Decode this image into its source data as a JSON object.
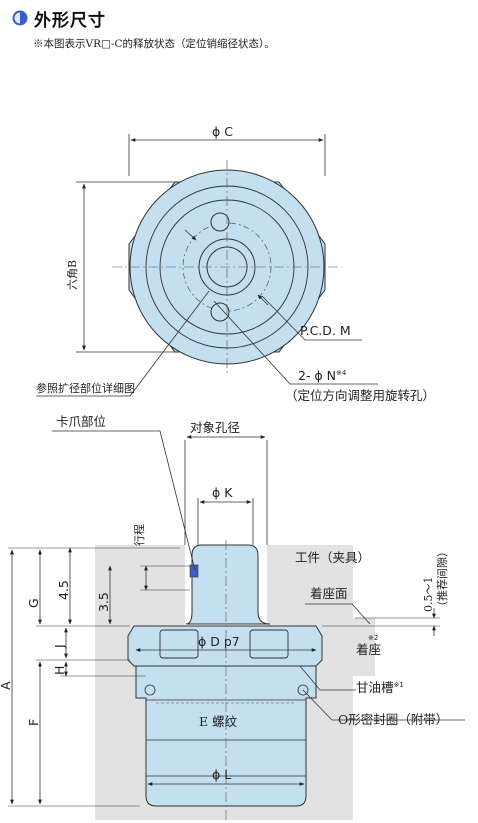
{
  "header": {
    "title": "外形尺寸",
    "note": "※本图表示VR□-C的释放状态（定位销缩径状态）。"
  },
  "top_view": {
    "dim_c": "ϕ C",
    "hex_b": "六角B",
    "pcd": "P.C.D. M",
    "holes": "2- ϕ N",
    "holes_sup": "※4",
    "holes_note": "（定位方向调整用旋转孔）",
    "detail_ref": "参照扩径部位详细图"
  },
  "side_view": {
    "claw": "卡爪部位",
    "target_bore": "对象孔径",
    "dim_k": "ϕ K",
    "stroke": "行程",
    "workpiece": "工件（夹具）",
    "seat_face": "着座面",
    "gap_value": "0.5～1",
    "gap_note": "（推荐间隙）",
    "seat": "着座",
    "seat_sup": "※2",
    "dim_d": "ϕ D p7",
    "grease": "甘油槽",
    "grease_sup": "※1",
    "oring": "O形密封圈（附带）",
    "thread": "E 螺纹",
    "dim_l": "ϕ L",
    "dim_45": "4.5",
    "dim_35": "3.5",
    "dim_g": "G",
    "dim_j": "J",
    "dim_h": "H",
    "dim_f": "F",
    "dim_a": "A"
  },
  "colors": {
    "body": "#c3dff0",
    "gray": "#e2e2e2",
    "accent": "#3c5cc8"
  }
}
